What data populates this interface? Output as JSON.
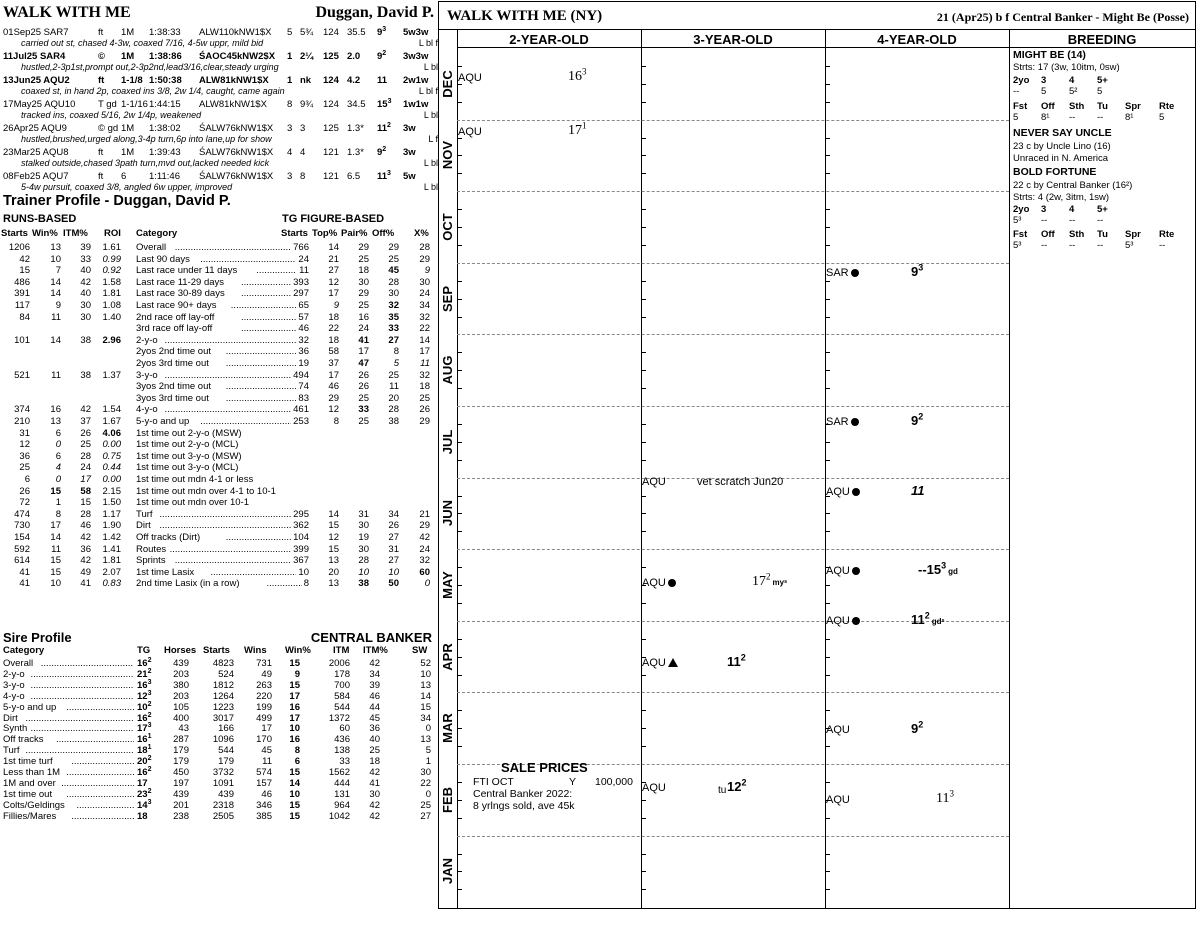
{
  "horse": {
    "name": "WALK WITH ME",
    "trainer": "Duggan, David P.",
    "grid_title": "WALK WITH ME (NY)",
    "grid_desc": "21 (Apr25) b f Central Banker - Might Be (Posse)"
  },
  "pp": [
    {
      "date": "01Sep25 SAR7",
      "trk": "ft",
      "dist": "1M",
      "time": "1:38:33",
      "race": "ALW110kNW1$X",
      "pp": "5",
      "fin": "5¾",
      "bw": "124",
      "odds": "35.5",
      "fig": "9",
      "figsup": "3",
      "trip": "5w3w",
      "comment": "carried out st, chased 4-3w, coaxed 7/16, 4-5w uppr, mild bid",
      "eq": "L bl f",
      "bold": false
    },
    {
      "date": "11Jul25 SAR4",
      "trk": "©",
      "dist": "1M",
      "time": "1:38:86",
      "race": "ŚAOC45kNW2$X",
      "pp": "1",
      "fin": "2¼",
      "bw": "125",
      "odds": "2.0",
      "fig": "9",
      "figsup": "2",
      "trip": "3w3w",
      "comment": "hustled,2-3p1st,prompt out,2-3p2nd,lead3/16,clear,steady urging",
      "eq": "L bl",
      "bold": true
    },
    {
      "date": "13Jun25 AQU2",
      "trk": "ft",
      "dist": "1-1/8",
      "time": "1:50:38",
      "race": "ALW81kNW1$X",
      "pp": "1",
      "fin": "nk",
      "bw": "124",
      "odds": "4.2",
      "fig": "11",
      "figsup": "",
      "trip": "2w1w",
      "comment": "coaxed st, in hand 2p, coaxed ins 3/8, 2w 1/4, caught, came again",
      "eq": "L bl f",
      "bold": true
    },
    {
      "date": "17May25 AQU10",
      "trk": "T gd",
      "dist": "1-1/16",
      "time": "1:44:15",
      "race": "ALW81kNW1$X",
      "pp": "8",
      "fin": "9¾",
      "bw": "124",
      "odds": "34.5",
      "fig": "15",
      "figsup": "3",
      "trip": "1w1w",
      "comment": "tracked ins, coaxed 5/16, 2w 1/4p, weakened",
      "eq": "L bl",
      "bold": false
    },
    {
      "date": "26Apr25 AQU9",
      "trk": "© gd",
      "dist": "1M",
      "time": "1:38:02",
      "race": "ŚALW76kNW1$X",
      "pp": "3",
      "fin": "3",
      "bw": "125",
      "odds": "1.3*",
      "fig": "11",
      "figsup": "2",
      "trip": "3w",
      "comment": "hustled,brushed,urged along,3-4p turn,6p into lane,up for show",
      "eq": "L f",
      "bold": false
    },
    {
      "date": "23Mar25 AQU8",
      "trk": "ft",
      "dist": "1M",
      "time": "1:39:43",
      "race": "ŚALW76kNW1$X",
      "pp": "4",
      "fin": "4",
      "bw": "121",
      "odds": "1.3*",
      "fig": "9",
      "figsup": "2",
      "trip": "3w",
      "comment": "stalked outside,chased 3path turn,mvd out,lacked needed kick",
      "eq": "L bl",
      "bold": false
    },
    {
      "date": "08Feb25 AQU7",
      "trk": "ft",
      "dist": "6",
      "time": "1:11:46",
      "race": "ŚALW76kNW1$X",
      "pp": "3",
      "fin": "8",
      "bw": "121",
      "odds": "6.5",
      "fig": "11",
      "figsup": "3",
      "trip": "5w",
      "comment": "5-4w pursuit, coaxed 3/8, angled 6w upper, improved",
      "eq": "L bl",
      "bold": false
    }
  ],
  "trainer_profile": {
    "title": "Trainer Profile - Duggan, David P.",
    "runs_based": "RUNS-BASED",
    "tg_based": "TG FIGURE-BASED",
    "headers": {
      "starts": "Starts",
      "win": "Win%",
      "itm": "ITM%",
      "roi": "ROI",
      "category": "Category",
      "tg_starts": "Starts",
      "top": "Top%",
      "pair": "Pair%",
      "off": "Off%",
      "x": "X%"
    },
    "rows": [
      {
        "s": "1206",
        "w": "13",
        "i": "39",
        "r": "1.61",
        "c": "Overall",
        "ts": "766",
        "t": "14",
        "p": "29",
        "o": "29",
        "x": "28",
        "rb": false,
        "ri": false,
        "bo": false,
        "bx": false
      },
      {
        "s": "42",
        "w": "10",
        "i": "33",
        "r": "0.99",
        "c": "Last 90 days",
        "ts": "24",
        "t": "21",
        "p": "25",
        "o": "25",
        "x": "29",
        "ri": true
      },
      {
        "s": "15",
        "w": "7",
        "i": "40",
        "r": "0.92",
        "c": "Last race under 11 days",
        "ts": "11",
        "t": "27",
        "p": "18",
        "o": "45",
        "x": "9",
        "ri": true,
        "bo": true,
        "xi": true
      },
      {
        "s": "486",
        "w": "14",
        "i": "42",
        "r": "1.58",
        "c": "Last race 11-29 days",
        "ts": "393",
        "t": "12",
        "p": "30",
        "o": "28",
        "x": "30"
      },
      {
        "s": "391",
        "w": "14",
        "i": "40",
        "r": "1.81",
        "c": "Last race 30-89 days",
        "ts": "297",
        "t": "17",
        "p": "29",
        "o": "30",
        "x": "24"
      },
      {
        "s": "117",
        "w": "9",
        "i": "30",
        "r": "1.08",
        "c": "Last race 90+ days",
        "ts": "65",
        "t": "9",
        "p": "25",
        "o": "32",
        "x": "34",
        "ti": true,
        "bo": true
      },
      {
        "s": "84",
        "w": "11",
        "i": "30",
        "r": "1.40",
        "c": "2nd race off lay-off",
        "ts": "57",
        "t": "18",
        "p": "16",
        "o": "35",
        "x": "32",
        "bo": true
      },
      {
        "s": "",
        "w": "",
        "i": "",
        "r": "",
        "c": "3rd race off lay-off",
        "ts": "46",
        "t": "22",
        "p": "24",
        "o": "33",
        "x": "22",
        "bo": true
      },
      {
        "s": "101",
        "w": "14",
        "i": "38",
        "r": "2.96",
        "c": "2-y-o",
        "ts": "32",
        "t": "18",
        "p": "41",
        "o": "27",
        "x": "14",
        "rb": true,
        "bp": true,
        "bo": true
      },
      {
        "s": "",
        "w": "",
        "i": "",
        "r": "",
        "c": "2yos 2nd time out",
        "ts": "36",
        "t": "58",
        "p": "17",
        "o": "8",
        "x": "17"
      },
      {
        "s": "",
        "w": "",
        "i": "",
        "r": "",
        "c": "2yos 3rd time out",
        "ts": "19",
        "t": "37",
        "p": "47",
        "o": "5",
        "x": "11",
        "bp": true,
        "oi": true,
        "xi": true
      },
      {
        "s": "521",
        "w": "11",
        "i": "38",
        "r": "1.37",
        "c": "3-y-o",
        "ts": "494",
        "t": "17",
        "p": "26",
        "o": "25",
        "x": "32"
      },
      {
        "s": "",
        "w": "",
        "i": "",
        "r": "",
        "c": "3yos 2nd time out",
        "ts": "74",
        "t": "46",
        "p": "26",
        "o": "11",
        "x": "18"
      },
      {
        "s": "",
        "w": "",
        "i": "",
        "r": "",
        "c": "3yos 3rd time out",
        "ts": "83",
        "t": "29",
        "p": "25",
        "o": "20",
        "x": "25"
      },
      {
        "s": "374",
        "w": "16",
        "i": "42",
        "r": "1.54",
        "c": "4-y-o",
        "ts": "461",
        "t": "12",
        "p": "33",
        "o": "28",
        "x": "26",
        "bp": true
      },
      {
        "s": "210",
        "w": "13",
        "i": "37",
        "r": "1.67",
        "c": "5-y-o and up",
        "ts": "253",
        "t": "8",
        "p": "25",
        "o": "38",
        "x": "29"
      },
      {
        "s": "31",
        "w": "6",
        "i": "26",
        "r": "4.06",
        "c": "1st time out 2-y-o (MSW)",
        "ts": "",
        "t": "",
        "p": "",
        "o": "",
        "x": "",
        "rb": true
      },
      {
        "s": "12",
        "w": "0",
        "i": "25",
        "r": "0.00",
        "c": "1st time out 2-y-o (MCL)",
        "ts": "",
        "t": "",
        "p": "",
        "o": "",
        "x": "",
        "wi": true,
        "ri": true
      },
      {
        "s": "36",
        "w": "6",
        "i": "28",
        "r": "0.75",
        "c": "1st time out 3-y-o (MSW)",
        "ts": "",
        "t": "",
        "p": "",
        "o": "",
        "x": "",
        "ri": true
      },
      {
        "s": "25",
        "w": "4",
        "i": "24",
        "r": "0.44",
        "c": "1st time out 3-y-o (MCL)",
        "ts": "",
        "t": "",
        "p": "",
        "o": "",
        "x": "",
        "wi": true,
        "ri": true
      },
      {
        "s": "6",
        "w": "0",
        "i": "17",
        "r": "0.00",
        "c": "1st time out mdn 4-1 or less",
        "ts": "",
        "t": "",
        "p": "",
        "o": "",
        "x": "",
        "wi": true,
        "ii": true,
        "ri": true
      },
      {
        "s": "26",
        "w": "15",
        "i": "58",
        "r": "2.15",
        "c": "1st time out mdn over 4-1 to 10-1",
        "ts": "",
        "t": "",
        "p": "",
        "o": "",
        "x": "",
        "wb": true,
        "ib": true
      },
      {
        "s": "72",
        "w": "1",
        "i": "15",
        "r": "1.50",
        "c": "1st time out mdn over 10-1",
        "ts": "",
        "t": "",
        "p": "",
        "o": "",
        "x": ""
      },
      {
        "s": "474",
        "w": "8",
        "i": "28",
        "r": "1.17",
        "c": "Turf",
        "ts": "295",
        "t": "14",
        "p": "31",
        "o": "34",
        "x": "21"
      },
      {
        "s": "730",
        "w": "17",
        "i": "46",
        "r": "1.90",
        "c": "Dirt",
        "ts": "362",
        "t": "15",
        "p": "30",
        "o": "26",
        "x": "29"
      },
      {
        "s": "154",
        "w": "14",
        "i": "42",
        "r": "1.42",
        "c": "Off tracks (Dirt)",
        "ts": "104",
        "t": "12",
        "p": "19",
        "o": "27",
        "x": "42"
      },
      {
        "s": "592",
        "w": "11",
        "i": "36",
        "r": "1.41",
        "c": "Routes",
        "ts": "399",
        "t": "15",
        "p": "30",
        "o": "31",
        "x": "24"
      },
      {
        "s": "614",
        "w": "15",
        "i": "42",
        "r": "1.81",
        "c": "Sprints",
        "ts": "367",
        "t": "13",
        "p": "28",
        "o": "27",
        "x": "32"
      },
      {
        "s": "41",
        "w": "15",
        "i": "49",
        "r": "2.07",
        "c": "1st time Lasix",
        "ts": "10",
        "t": "20",
        "p": "10",
        "o": "10",
        "x": "60",
        "pi": true,
        "oi": true,
        "bx": true
      },
      {
        "s": "41",
        "w": "10",
        "i": "41",
        "r": "0.83",
        "c": "2nd time Lasix (in a row)",
        "ts": "8",
        "t": "13",
        "p": "38",
        "o": "50",
        "x": "0",
        "ri": true,
        "bp": true,
        "bo": true,
        "xi": true
      }
    ]
  },
  "sire_profile": {
    "title": "Sire Profile",
    "sire": "CENTRAL BANKER",
    "headers": {
      "category": "Category",
      "tg": "TG",
      "horses": "Horses",
      "starts": "Starts",
      "wins": "Wins",
      "win": "Win%",
      "itm": "ITM",
      "itmp": "ITM%",
      "sw": "SW"
    },
    "rows": [
      {
        "c": "Overall",
        "tg": "16",
        "sup": "2",
        "h": "439",
        "s": "4823",
        "w": "731",
        "wp": "15",
        "i": "2006",
        "ip": "42",
        "sw": "52"
      },
      {
        "c": "2-y-o",
        "tg": "21",
        "sup": "2",
        "h": "203",
        "s": "524",
        "w": "49",
        "wp": "9",
        "i": "178",
        "ip": "34",
        "sw": "10"
      },
      {
        "c": "3-y-o",
        "tg": "16",
        "sup": "3",
        "h": "380",
        "s": "1812",
        "w": "263",
        "wp": "15",
        "i": "700",
        "ip": "39",
        "sw": "13"
      },
      {
        "c": "4-y-o",
        "tg": "12",
        "sup": "3",
        "h": "203",
        "s": "1264",
        "w": "220",
        "wp": "17",
        "i": "584",
        "ip": "46",
        "sw": "14"
      },
      {
        "c": "5-y-o and up",
        "tg": "10",
        "sup": "2",
        "h": "105",
        "s": "1223",
        "w": "199",
        "wp": "16",
        "i": "544",
        "ip": "44",
        "sw": "15"
      },
      {
        "c": "Dirt",
        "tg": "16",
        "sup": "2",
        "h": "400",
        "s": "3017",
        "w": "499",
        "wp": "17",
        "i": "1372",
        "ip": "45",
        "sw": "34"
      },
      {
        "c": "Synth",
        "tg": "17",
        "sup": "3",
        "h": "43",
        "s": "166",
        "w": "17",
        "wp": "10",
        "i": "60",
        "ip": "36",
        "sw": "0"
      },
      {
        "c": "Off tracks",
        "tg": "16",
        "sup": "1",
        "h": "287",
        "s": "1096",
        "w": "170",
        "wp": "16",
        "i": "436",
        "ip": "40",
        "sw": "13"
      },
      {
        "c": "Turf",
        "tg": "18",
        "sup": "1",
        "h": "179",
        "s": "544",
        "w": "45",
        "wp": "8",
        "i": "138",
        "ip": "25",
        "sw": "5"
      },
      {
        "c": "1st time turf",
        "tg": "20",
        "sup": "2",
        "h": "179",
        "s": "179",
        "w": "11",
        "wp": "6",
        "i": "33",
        "ip": "18",
        "sw": "1"
      },
      {
        "c": "Less than 1M",
        "tg": "16",
        "sup": "2",
        "h": "450",
        "s": "3732",
        "w": "574",
        "wp": "15",
        "i": "1562",
        "ip": "42",
        "sw": "30"
      },
      {
        "c": "1M and over",
        "tg": "17",
        "sup": "",
        "h": "197",
        "s": "1091",
        "w": "157",
        "wp": "14",
        "i": "444",
        "ip": "41",
        "sw": "22"
      },
      {
        "c": "1st time out",
        "tg": "23",
        "sup": "2",
        "h": "439",
        "s": "439",
        "w": "46",
        "wp": "10",
        "i": "131",
        "ip": "30",
        "sw": "0"
      },
      {
        "c": "Colts/Geldings",
        "tg": "14",
        "sup": "3",
        "h": "201",
        "s": "2318",
        "w": "346",
        "wp": "15",
        "i": "964",
        "ip": "42",
        "sw": "25"
      },
      {
        "c": "Fillies/Mares",
        "tg": "18",
        "sup": "",
        "h": "238",
        "s": "2505",
        "w": "385",
        "wp": "15",
        "i": "1042",
        "ip": "42",
        "sw": "27"
      }
    ]
  },
  "grid": {
    "columns": [
      "2-YEAR-OLD",
      "3-YEAR-OLD",
      "4-YEAR-OLD",
      "BREEDING"
    ],
    "months": [
      "DEC",
      "NOV",
      "OCT",
      "SEP",
      "AUG",
      "JUL",
      "JUN",
      "MAY",
      "APR",
      "MAR",
      "FEB",
      "JAN"
    ],
    "entries": [
      {
        "col": 0,
        "month": "DEC",
        "track": "AQU",
        "marker": "",
        "fig": "16",
        "sup": "3",
        "figstyle": "serif",
        "note": ""
      },
      {
        "col": 0,
        "month": "NOV",
        "track": "AQU",
        "marker": "",
        "fig": "17",
        "sup": "1",
        "figstyle": "serif",
        "note": ""
      },
      {
        "col": 2,
        "month": "SEP",
        "track": "SAR",
        "marker": "dot",
        "fig": "9",
        "sup": "3",
        "figstyle": "bold",
        "note": ""
      },
      {
        "col": 2,
        "month": "JUL",
        "track": "SAR",
        "marker": "dot",
        "fig": "9",
        "sup": "2",
        "figstyle": "bold",
        "note": ""
      },
      {
        "col": 1,
        "month": "JUN",
        "track": "AQU",
        "marker": "",
        "fig": "",
        "sup": "",
        "figstyle": "",
        "note": "vet scratch Jun20"
      },
      {
        "col": 2,
        "month": "JUN",
        "track": "AQU",
        "marker": "dot",
        "fig": "11",
        "sup": "",
        "figstyle": "bolditalic",
        "note": ""
      },
      {
        "col": 1,
        "month": "MAY",
        "track": "AQU",
        "marker": "dot",
        "fig": "17",
        "sup": "2",
        "figstyle": "serif",
        "note": "myˢ"
      },
      {
        "col": 2,
        "month": "MAY",
        "track": "AQU",
        "marker": "dot",
        "fig": "--15",
        "sup": "3",
        "figstyle": "bold",
        "note": "gd"
      },
      {
        "col": 2,
        "month": "APR",
        "track": "AQU",
        "marker": "dot",
        "fig": "11",
        "sup": "2",
        "figstyle": "bold",
        "note": "gdˢ"
      },
      {
        "col": 1,
        "month": "APR",
        "track": "AQU",
        "marker": "tri",
        "fig": "11",
        "sup": "2",
        "figstyle": "bold",
        "note": ""
      },
      {
        "col": 2,
        "month": "MAR",
        "track": "AQU",
        "marker": "",
        "fig": "9",
        "sup": "2",
        "figstyle": "bold",
        "note": ""
      },
      {
        "col": 1,
        "month": "FEB",
        "track": "AQU",
        "marker": "",
        "fig": "12",
        "sup": "2",
        "figstyle": "bold",
        "note": "tu"
      },
      {
        "col": 2,
        "month": "FEB",
        "track": "AQU",
        "marker": "",
        "fig": "11",
        "sup": "3",
        "figstyle": "serif",
        "note": ""
      }
    ],
    "sale": {
      "title": "SALE PRICES",
      "line1_a": "FTI OCT",
      "line1_b": "Y",
      "line1_c": "100,000",
      "line2": "Central Banker 2022:",
      "line3": "8 yrlngs sold, ave 45k"
    },
    "breeding": {
      "dam_title": "MIGHT BE (14)",
      "dam_starts": "Strts: 17 (3w, 10itm, 0sw)",
      "dam_hdr": [
        "2yo",
        "3",
        "4",
        "5+"
      ],
      "dam_vals": [
        "--",
        "5",
        "5²",
        "5"
      ],
      "surf_hdr": [
        "Fst",
        "Off",
        "Sth",
        "Tu",
        "Spr",
        "Rte"
      ],
      "dam_surf": [
        "5",
        "8¹",
        "--",
        "--",
        "8¹",
        "5"
      ],
      "sib1_title": "NEVER SAY UNCLE",
      "sib1_l1": "23 c by Uncle Lino (16)",
      "sib1_l2": "Unraced in N. America",
      "sib2_title": "BOLD FORTUNE",
      "sib2_l1": "22 c by Central Banker (16²)",
      "sib2_l2": "Strts: 4 (2w, 3itm, 1sw)",
      "sib2_vals": [
        "5³",
        "--",
        "--",
        "--"
      ],
      "sib2_surf": [
        "5³",
        "--",
        "--",
        "--",
        "5³",
        "--"
      ]
    }
  }
}
